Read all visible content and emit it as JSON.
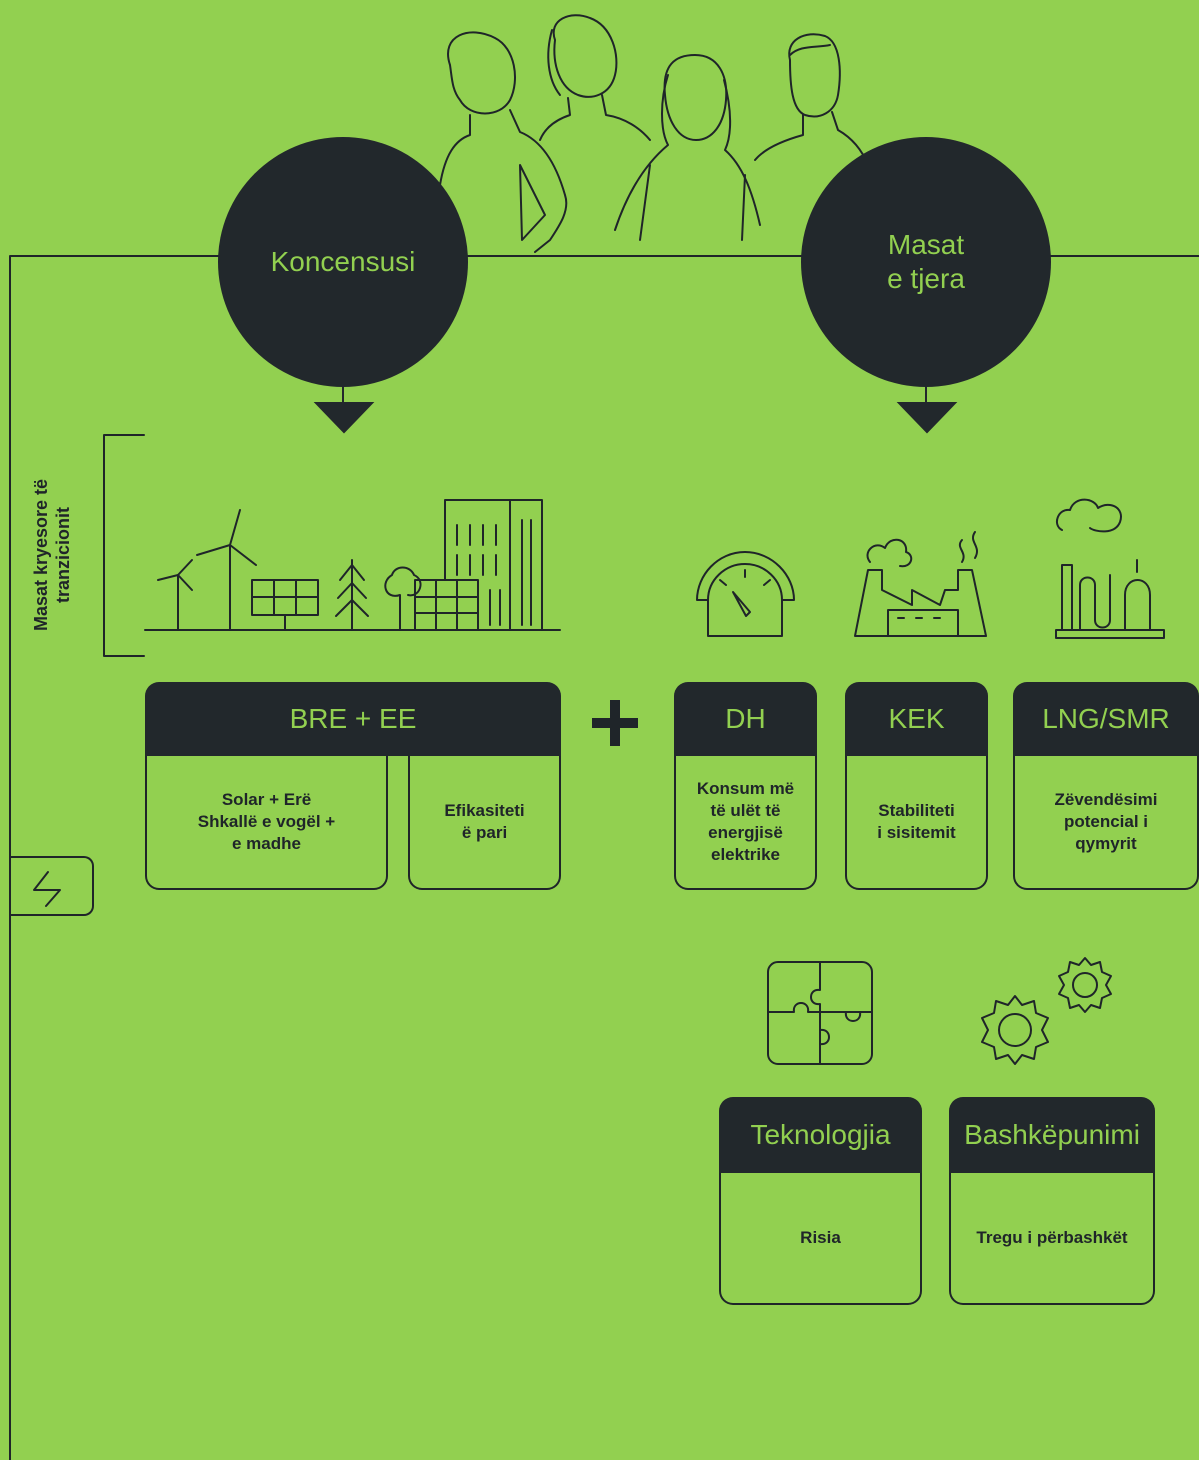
{
  "circles": {
    "left": "Koncensusi",
    "right": "Masat\ne tjera"
  },
  "side_label": "Masat kryesore të\ntranzicionit",
  "main_card": {
    "title": "BRE + EE",
    "left_text": "Solar + Erë\nShkallë e vogël +\ne madhe",
    "right_text": "Efikasiteti\në pari"
  },
  "cards": [
    {
      "title": "DH",
      "text": "Konsum më\ntë ulët të\nenergjisë\nelektrike",
      "icon": "gauge-icon"
    },
    {
      "title": "KEK",
      "text": "Stabiliteti\ni sisitemit",
      "icon": "factory-icon"
    },
    {
      "title": "LNG/SMR",
      "text": "Zëvendësimi\npotencial i\nqymyrit",
      "icon": "plant-icon"
    },
    {
      "title": "Teknologjia",
      "text": "Risia",
      "icon": "puzzle-icon"
    },
    {
      "title": "Bashkëpunimi",
      "text": "Tregu i përbashkët",
      "icon": "gears-icon"
    }
  ],
  "colors": {
    "background": "#92d050",
    "dark": "#22282c",
    "accent": "#92d050"
  }
}
